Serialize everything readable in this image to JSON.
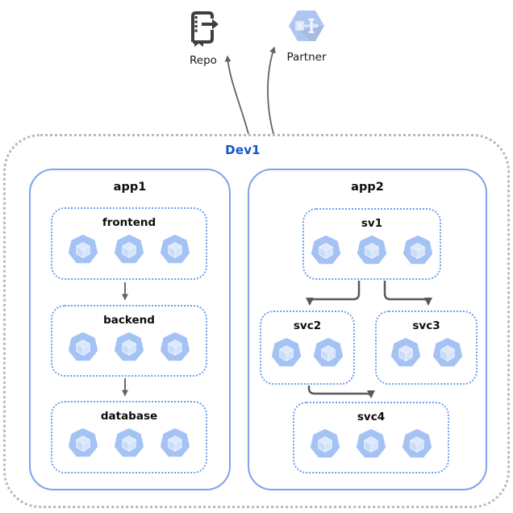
{
  "colors": {
    "accent_blue": "#6d9eeb",
    "boundary_gray": "#b9b9b9",
    "dev_label_blue": "#1253cc",
    "pod_blue": "#a4c2f4",
    "pod_cube_light": "#d8e5fb",
    "arrow_gray": "#5f6368",
    "partner_hex_blue": "#aec6f0",
    "repo_icon_dark": "#3c4043"
  },
  "external": [
    {
      "id": "repo",
      "label": "Repo",
      "icon": "repo-icon"
    },
    {
      "id": "partner",
      "label": "Partner",
      "icon": "partner-icon"
    }
  ],
  "boundary": {
    "label": "Dev1"
  },
  "apps": [
    {
      "label": "app1",
      "services": [
        {
          "label": "frontend",
          "pods": 3
        },
        {
          "label": "backend",
          "pods": 3
        },
        {
          "label": "database",
          "pods": 3
        }
      ]
    },
    {
      "label": "app2",
      "services": [
        {
          "label": "sv1",
          "pods": 3
        },
        {
          "label": "svc2",
          "pods": 2
        },
        {
          "label": "svc3",
          "pods": 2
        },
        {
          "label": "svc4",
          "pods": 3
        }
      ]
    }
  ],
  "edges": [
    {
      "from": "Dev1",
      "to": "Repo"
    },
    {
      "from": "Dev1",
      "to": "Partner"
    },
    {
      "from": "frontend",
      "to": "backend"
    },
    {
      "from": "backend",
      "to": "database"
    },
    {
      "from": "sv1",
      "to": "svc2"
    },
    {
      "from": "sv1",
      "to": "svc3"
    },
    {
      "from": "svc2",
      "to": "svc4"
    }
  ]
}
